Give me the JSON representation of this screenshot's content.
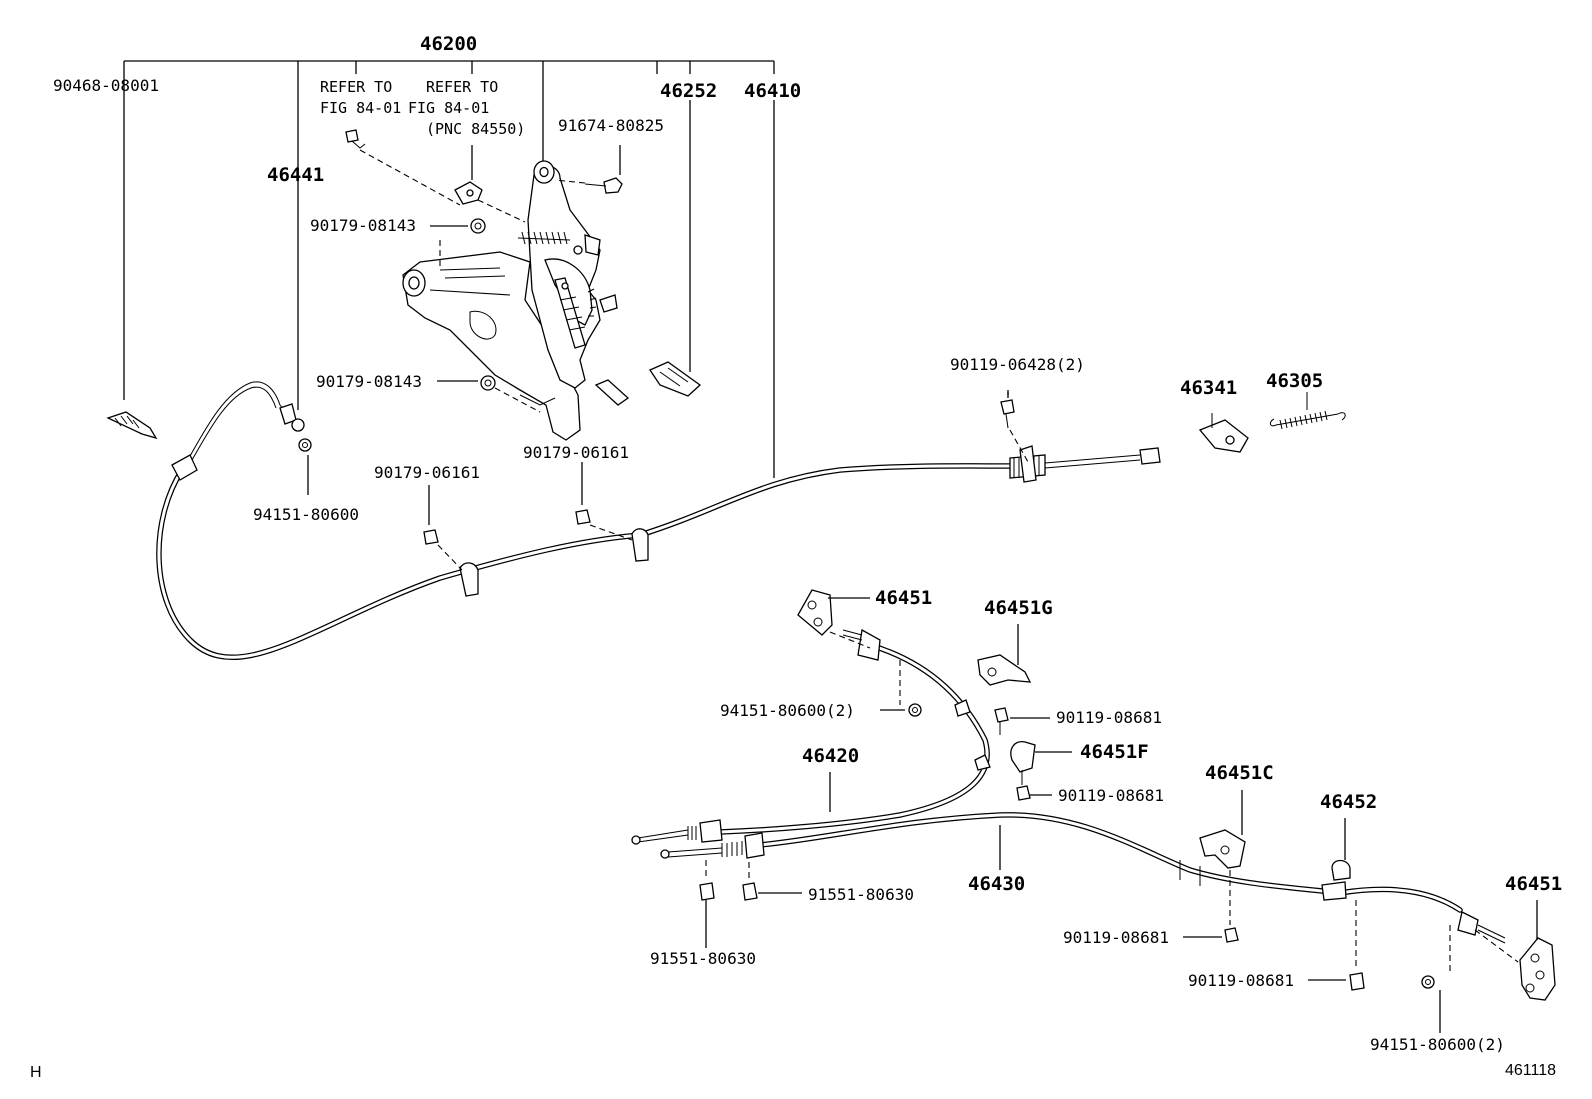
{
  "diagram": {
    "labels": {
      "assy_46200": "46200",
      "p_90468_08001": "90468-08001",
      "refer1_line1": "REFER TO",
      "refer1_line2": "FIG 84-01",
      "refer2_line1": "REFER TO",
      "refer2_line2": "FIG 84-01",
      "refer2_line3": "(PNC 84550)",
      "p_46252": "46252",
      "p_46410": "46410",
      "p_91674_80825": "91674-80825",
      "p_46441": "46441",
      "p_90179_08143_a": "90179-08143",
      "p_90179_08143_b": "90179-08143",
      "p_90179_06161_a": "90179-06161",
      "p_90179_06161_b": "90179-06161",
      "p_94151_80600_a": "94151-80600",
      "p_90119_06428": "90119-06428(2)",
      "p_46341": "46341",
      "p_46305": "46305",
      "p_46451_a": "46451",
      "p_46451G": "46451G",
      "p_94151_80600_b": "94151-80600(2)",
      "p_90119_08681_a": "90119-08681",
      "p_46451F": "46451F",
      "p_46420": "46420",
      "p_90119_08681_b": "90119-08681",
      "p_46451C": "46451C",
      "p_46452": "46452",
      "p_46430": "46430",
      "p_91551_80630_a": "91551-80630",
      "p_91551_80630_b": "91551-80630",
      "p_90119_08681_c": "90119-08681",
      "p_46451_b": "46451",
      "p_90119_08681_d": "90119-08681",
      "p_94151_80600_c": "94151-80600(2)"
    },
    "corner_left": "H",
    "corner_right": "461118"
  }
}
